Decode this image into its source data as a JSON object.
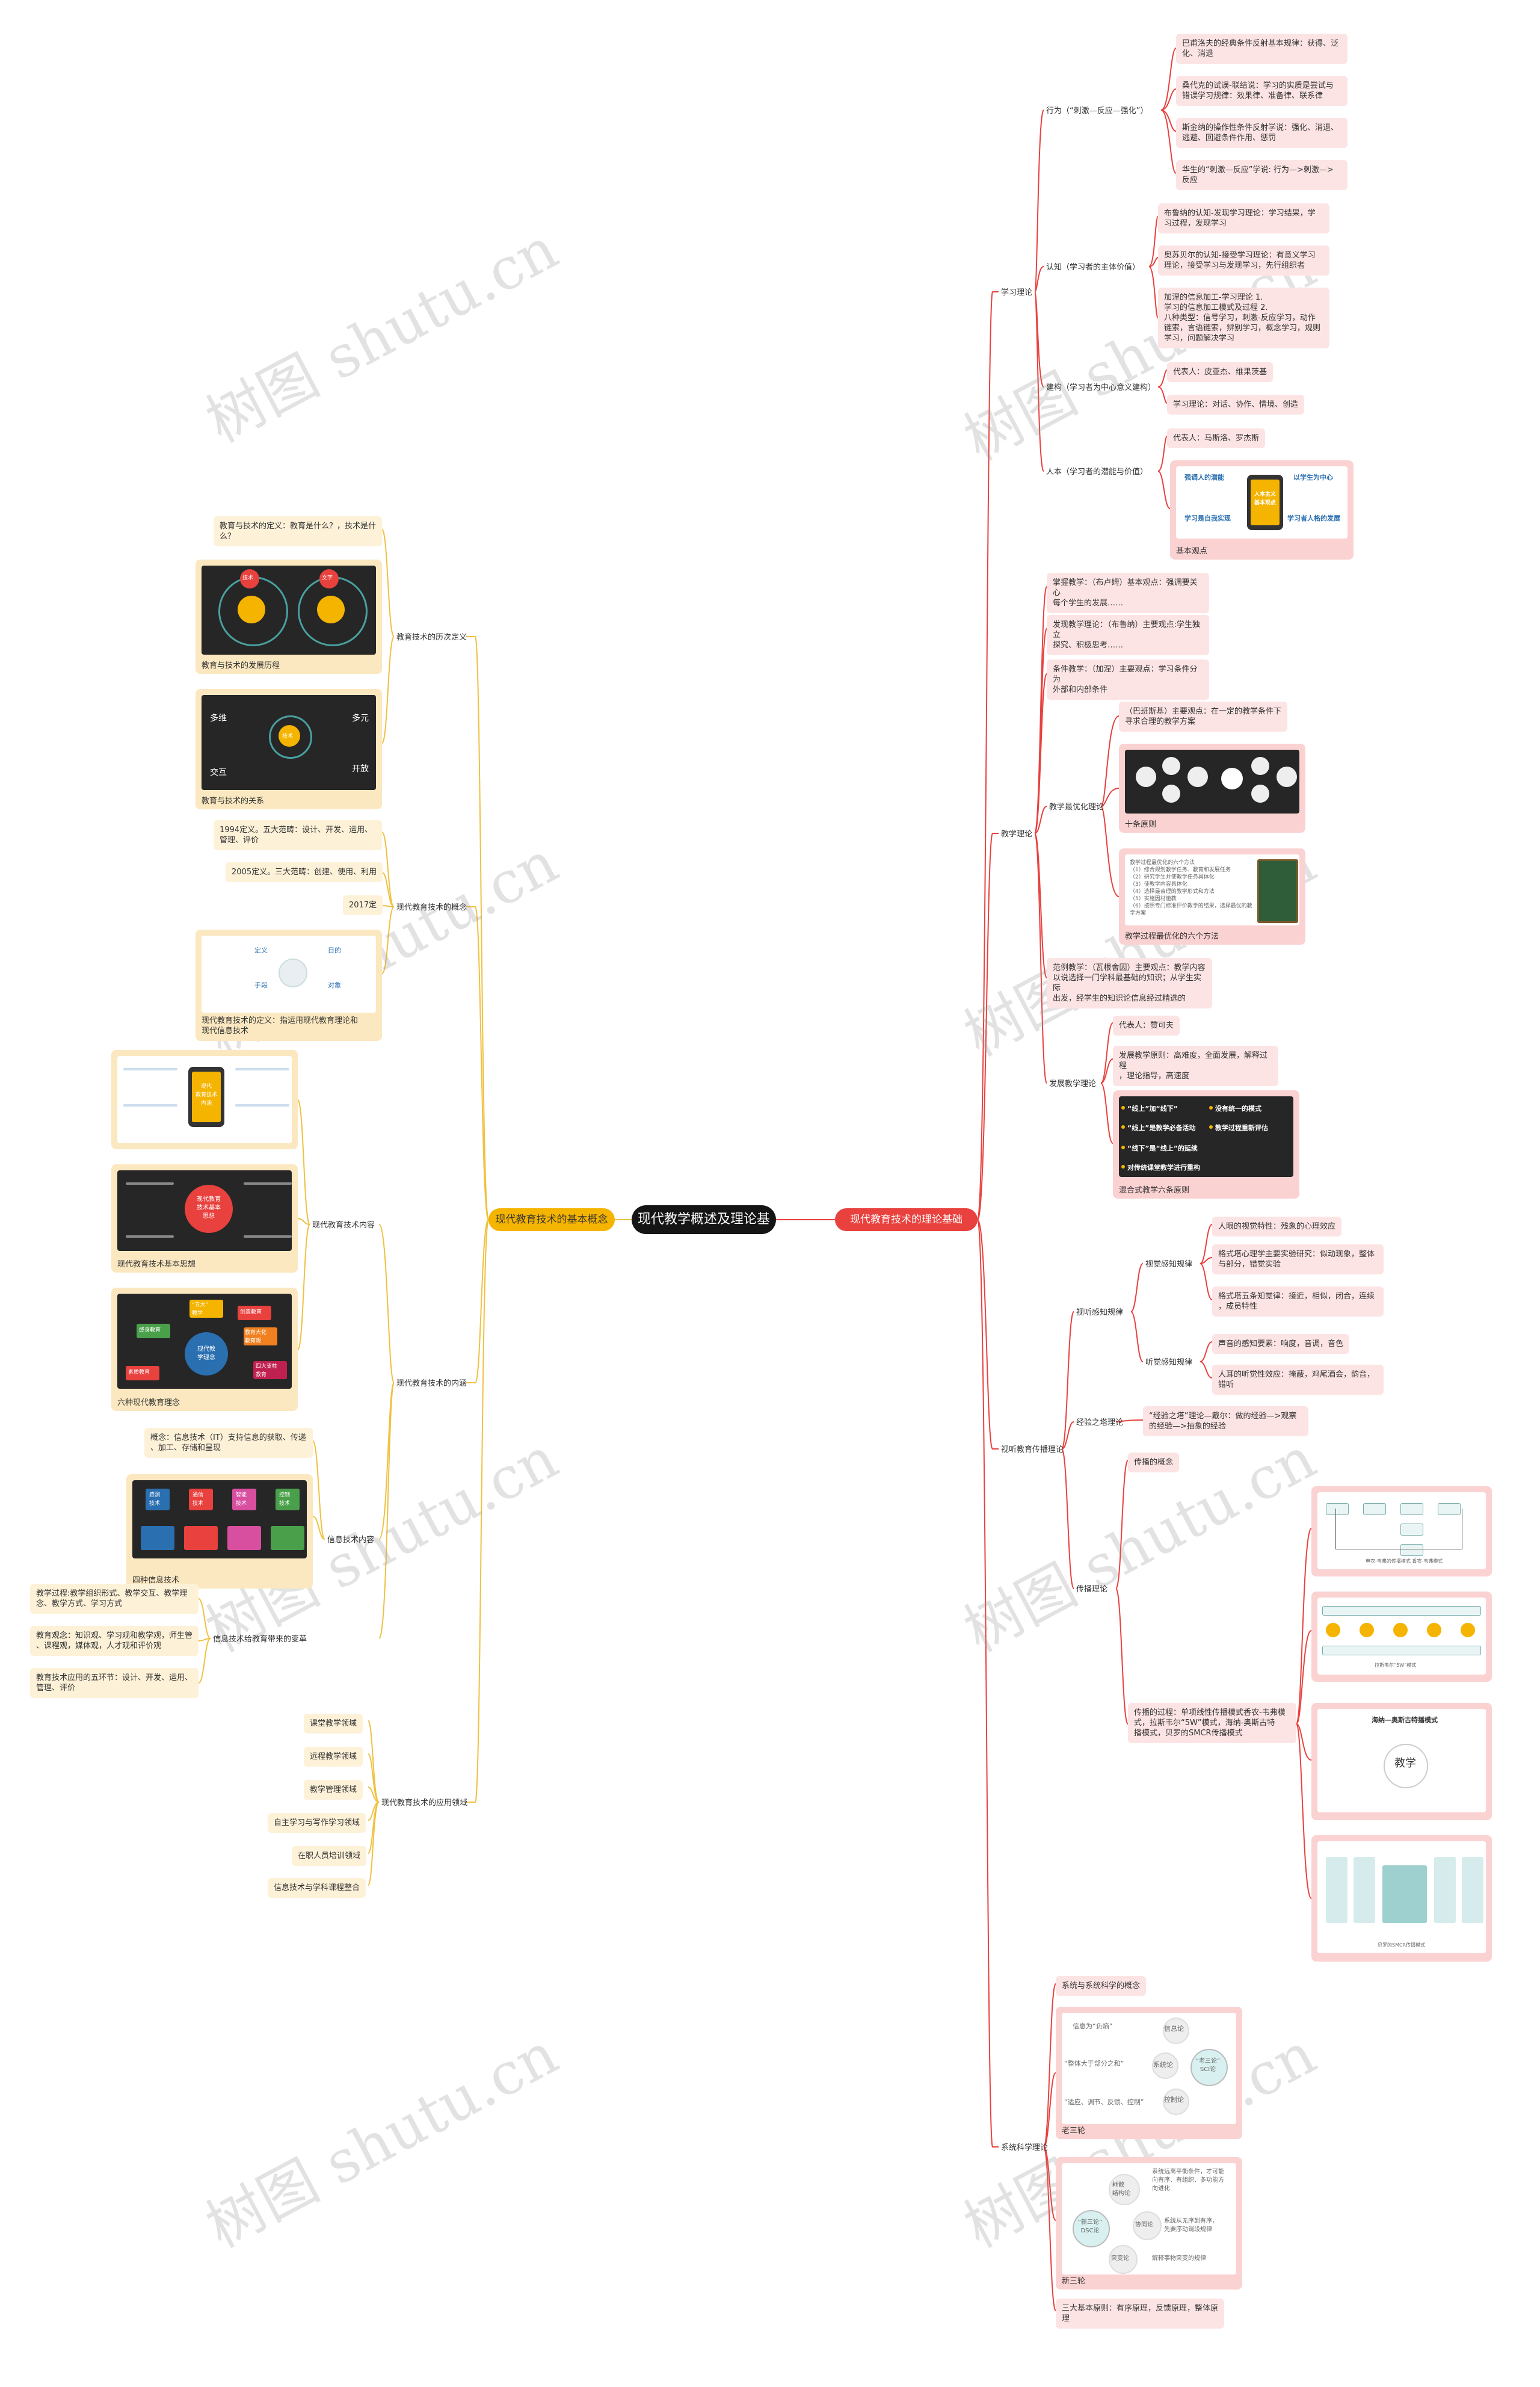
{
  "root": {
    "label": "现代教学概述及理论基础"
  },
  "right_branch": {
    "label": "现代教育技术的理论基础"
  },
  "left_branch": {
    "label": "现代教育技术的基本概念"
  },
  "watermark": "树图 shutu.cn",
  "right": {
    "learning": {
      "label": "学习理论",
      "behavior": {
        "label": "行为（“刺激—反应—强化”）",
        "items": [
          "巴甫洛夫的经典条件反射基本规律：获得、泛\n化、消退",
          "桑代克的试误-联结说：学习的实质是尝试与\n错误学习规律：效果律、准备律、联系律",
          "斯金纳的操作性条件反射学说：强化、消退、\n逃避、回避条件作用、惩罚",
          "华生的“刺激—反应”学说: 行为—>刺激—>\n反应"
        ]
      },
      "cognitive": {
        "label": "认知（学习者的主体价值）",
        "items": [
          "布鲁纳的认知-发现学习理论：学习结果，学\n习过程，发现学习",
          "奥苏贝尔的认知-接受学习理论：有意义学习\n理论，接受学习与发现学习，先行组织者",
          "加涅的信息加工-学习理论             1.\n学习的信息加工模式及过程             2.\n八种类型：信号学习，刺激-反应学习，动作\n链索，言语链索，辨别学习，概念学习，规则\n学习，问题解决学习"
        ]
      },
      "constructivism": {
        "label": "建构（学习者为中心意义建构）",
        "items": [
          "代表人：皮亚杰、维果茨基",
          "学习理论：对话、协作、情境、创造"
        ]
      },
      "humanism": {
        "label": "人本（学习者的潜能与价值）",
        "items": [
          "代表人：马斯洛、罗杰斯"
        ],
        "figure_caption": "基本观点",
        "figure_texts": [
          "强调人的潜能",
          "人本主义\n基本观点",
          "学习是自我实现",
          "学习者人格的发展",
          "以学生为中心"
        ]
      }
    },
    "teaching": {
      "label": "教学理论",
      "items": [
        "掌握教学：（布卢姆）基本观点：强调要关心\n每个学生的发展……",
        "发现教学理论：（布鲁纳）主要观点:学生独立\n探究、积极思考……",
        "条件教学：（加涅）主要观点：学习条件分为\n外部和内部条件"
      ],
      "optimization": {
        "label": "教学最优化理论",
        "items": [
          "（巴班斯基）主要观点：在一定的教学条件下\n寻求合理的教学方案"
        ],
        "fig1_caption": "十条原则",
        "fig2_caption": "教学过程最优化的六个方法",
        "fig2_lines": "教学过程最优化的六个方法\n（1）综合规划教学任务、教育和发展任务\n（2）研究学生并使教学任务具体化\n（3）使教学内容具体化\n（4）选择最合理的教学形式和方法\n（5）实施因材施教\n（6）按照专门标准评价教学的结果，选择最优的教学方案"
      },
      "paradigm": "范例教学：（瓦根舍因）主要观点：教学内容\n以说选择一门学科最基础的知识；从学生实际\n出发，经学生的知识论信息经过精选的",
      "development": {
        "label": "发展教学理论",
        "items": [
          "代表人：赞可夫",
          "发展教学原则：高难度，全面发展，解释过程\n，理论指导，高速度"
        ],
        "fig_caption": "混合式教学六条原则",
        "fig_items": [
          "“线上”加“线下”",
          "没有统一的模式",
          "“线上”是教学必备活动",
          "教学过程重新评估",
          "“线下”是“线上”的延续",
          "对传统课堂教学进行重构"
        ]
      }
    },
    "visual": {
      "label": "视听教育传播理论",
      "av": {
        "label": "视听感知规律",
        "vis": {
          "label": "视觉感知规律",
          "items": [
            "人眼的视觉特性：残象的心理效应",
            "格式塔心理学主要实验研究：似动现象，整体\n与部分，错觉实验",
            "格式塔五条知觉律：接近，相似，闭合，连续\n，成员特性"
          ]
        },
        "aud": {
          "label": "听觉感知规律",
          "items": [
            "声音的感知要素：响度，音调，音色",
            "人耳的听觉性效应：掩蔽，鸡尾酒会，韵音，\n错听"
          ]
        }
      },
      "cone": {
        "label": "经验之塔理论",
        "desc": "“经验之塔”理论—戴尔：做的经验—>观察\n的经验—>抽象的经验"
      },
      "comm": {
        "label": "传播理论",
        "concept": "传播的概念",
        "process": "传播的过程：单项线性传播模式香农-韦弗模\n式，拉斯韦尔“5W”模式，海纳-奥斯古特\n播模式，贝罗的SMCR传播模式",
        "fig1_caption": "申农-韦弗的传播模式  香农-韦弗模式",
        "fig2_caption": "拉斯韦尔“5W”模式",
        "fig3_title": "海纳—奥斯古特播模式",
        "fig3_center": "教学",
        "fig4_caption": "贝罗的SMCR传播模式"
      }
    },
    "systems": {
      "label": "系统科学理论",
      "concept": "系统与系统科学的概念",
      "old_caption": "老三轮",
      "new_caption": "新三轮",
      "old_items": [
        "信息论",
        "控制论",
        "系统论",
        "“老三论”\nSCI论"
      ],
      "old_notes": [
        "信息为“负熵”",
        "“整体大于部分之和”",
        "“适应、调节、反馈、控制”"
      ],
      "new_items": [
        "耗散\n结构论",
        "协同论",
        "突变论",
        "“新三论”\nDSC论"
      ],
      "new_notes": [
        "系统远离平衡条件，才可能\n向有序、有组织、多功能方\n向进化",
        "系统从无序到有序，\n先要序动调段规律",
        "解释事物突变的规律"
      ],
      "principles": "三大基本原则：有序原理，反馈原理，整体原\n理"
    }
  },
  "left": {
    "history": {
      "label": "教育技术的历次定义",
      "question": "教育与技术的定义：教育是什么？，技术是什\n么？",
      "fig1_caption": "教育与技术的发展历程",
      "fig2_caption": "教育与技术的关系",
      "fig2_words": [
        "多维",
        "多元",
        "交互",
        "开放",
        "技术"
      ],
      "fig1_words": [
        "技术",
        "文字"
      ]
    },
    "modern_concept": {
      "label": "现代教育技术的概念",
      "items": [
        "1994定义。五大范畴：设计、开发、运用、\n管理、评价",
        "2005定义。三大范畴：创建、使用、利用",
        "2017定"
      ],
      "fig_caption": "现代教育技术的定义：指运用现代教育理论和\n现代信息技术",
      "fig_words": [
        "定义",
        "目的",
        "手段",
        "对象"
      ]
    },
    "content": {
      "label": "现代教育技术的内涵",
      "inner": {
        "label": "现代教育技术内容",
        "fig1_center": "现代\n教育技术\n内涵",
        "fig2_caption": "现代教育技术基本思想",
        "fig2_center": "现代教育\n技术基本\n思想",
        "fig3_caption": "六种现代教育理念",
        "fig3_center": "现代教\n学理念",
        "fig3_items": [
          "“五大”\n教学",
          "创造教育",
          "终身教育",
          "素质教育",
          "教育大化\n教育观",
          "四大支柱\n教育"
        ]
      },
      "it": {
        "label": "信息技术内容",
        "concept": "概念：信息技术（IT）支持信息的获取、传递\n、加工、存储和呈现",
        "fig_caption": "四种信息技术",
        "fig_items": [
          "感测\n技术",
          "通信\n技术",
          "智能\n技术",
          "控制\n技术"
        ]
      },
      "changes": {
        "label": "信息技术给教育带来的变革",
        "items": [
          "教学过程:教学组织形式、教学交互、教学理\n念、教学方式、学习方式",
          "教育观念：知识观、学习观和教学观，师生管\n、课程观，媒体观，人才观和评价观",
          "教育技术应用的五环节：设计、开发、运用、\n管理、评价"
        ]
      }
    },
    "apps": {
      "label": "现代教育技术的应用领域",
      "items": [
        "课堂教学领域",
        "远程教学领域",
        "教学管理领域",
        "自主学习与写作学习领域",
        "在职人员培训领域",
        "信息技术与学科课程整合"
      ]
    }
  }
}
